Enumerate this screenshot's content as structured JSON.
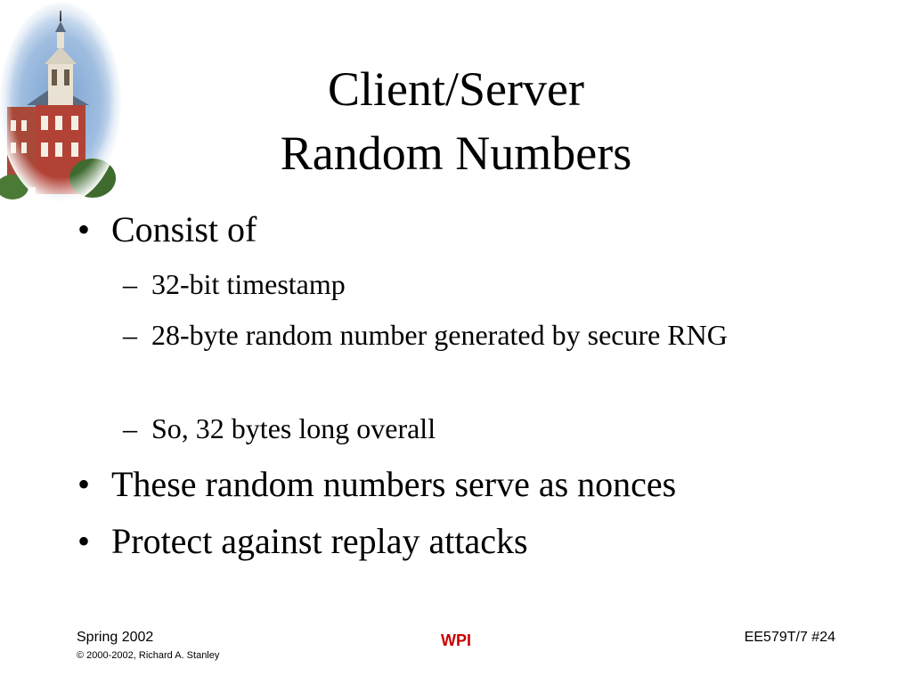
{
  "slide": {
    "title_line1": "Client/Server",
    "title_line2": "Random Numbers",
    "bullets": [
      {
        "mark": "•",
        "text": "Consist of",
        "sub": [
          {
            "mark": "–",
            "text": "32-bit timestamp"
          },
          {
            "mark": "–",
            "text": "28-byte random number generated by secure RNG"
          },
          {
            "mark": "–",
            "text": "So, 32 bytes long overall"
          }
        ]
      },
      {
        "mark": "•",
        "text": "These random numbers serve as nonces"
      },
      {
        "mark": "•",
        "text": "Protect against replay attacks"
      }
    ]
  },
  "footer": {
    "term": "Spring 2002",
    "copyright": "© 2000-2002, Richard A. Stanley",
    "institution": "WPI",
    "course_page": "EE579T/7  #24"
  },
  "colors": {
    "accent": "#cc0000",
    "text": "#000000",
    "background": "#ffffff"
  }
}
